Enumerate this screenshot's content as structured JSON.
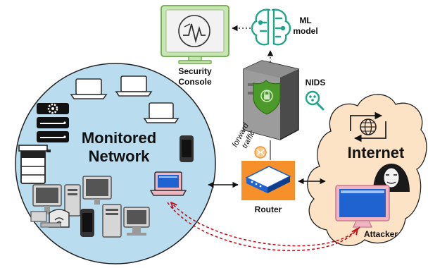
{
  "labels": {
    "network_line1": "Monitored",
    "network_line2": "Network",
    "internet": "Internet",
    "router": "Router",
    "attacker": "Attacker",
    "nids": "NIDS",
    "ml_line1": "ML",
    "ml_line2": "model",
    "console_line1": "Security",
    "console_line2": "Console",
    "forward_line1": "forward",
    "forward_line2": "traffic"
  },
  "colors": {
    "network_fill": "#b9dcef",
    "network_stroke": "#222222",
    "internet_fill": "#fde3c6",
    "router_fill": "#f6902b",
    "console_fill": "#c7e6b3",
    "ml_icon": "#1fa58a",
    "shield": "#4c9a2a",
    "attack_path": "#c0141c",
    "screen_blue": "#1f63d0",
    "attacker_monitor": "#f1b5c1"
  },
  "icons": [
    "ml-brain-icon",
    "security-console-icon",
    "server-icon",
    "shield-icon",
    "nids-magnifier-icon",
    "router-icon",
    "internet-globe-icon",
    "hacker-icon",
    "laptop-icon",
    "desktop-icon",
    "phone-icon",
    "printer-icon",
    "database-icon",
    "wifi-router-icon",
    "gear-icon"
  ]
}
